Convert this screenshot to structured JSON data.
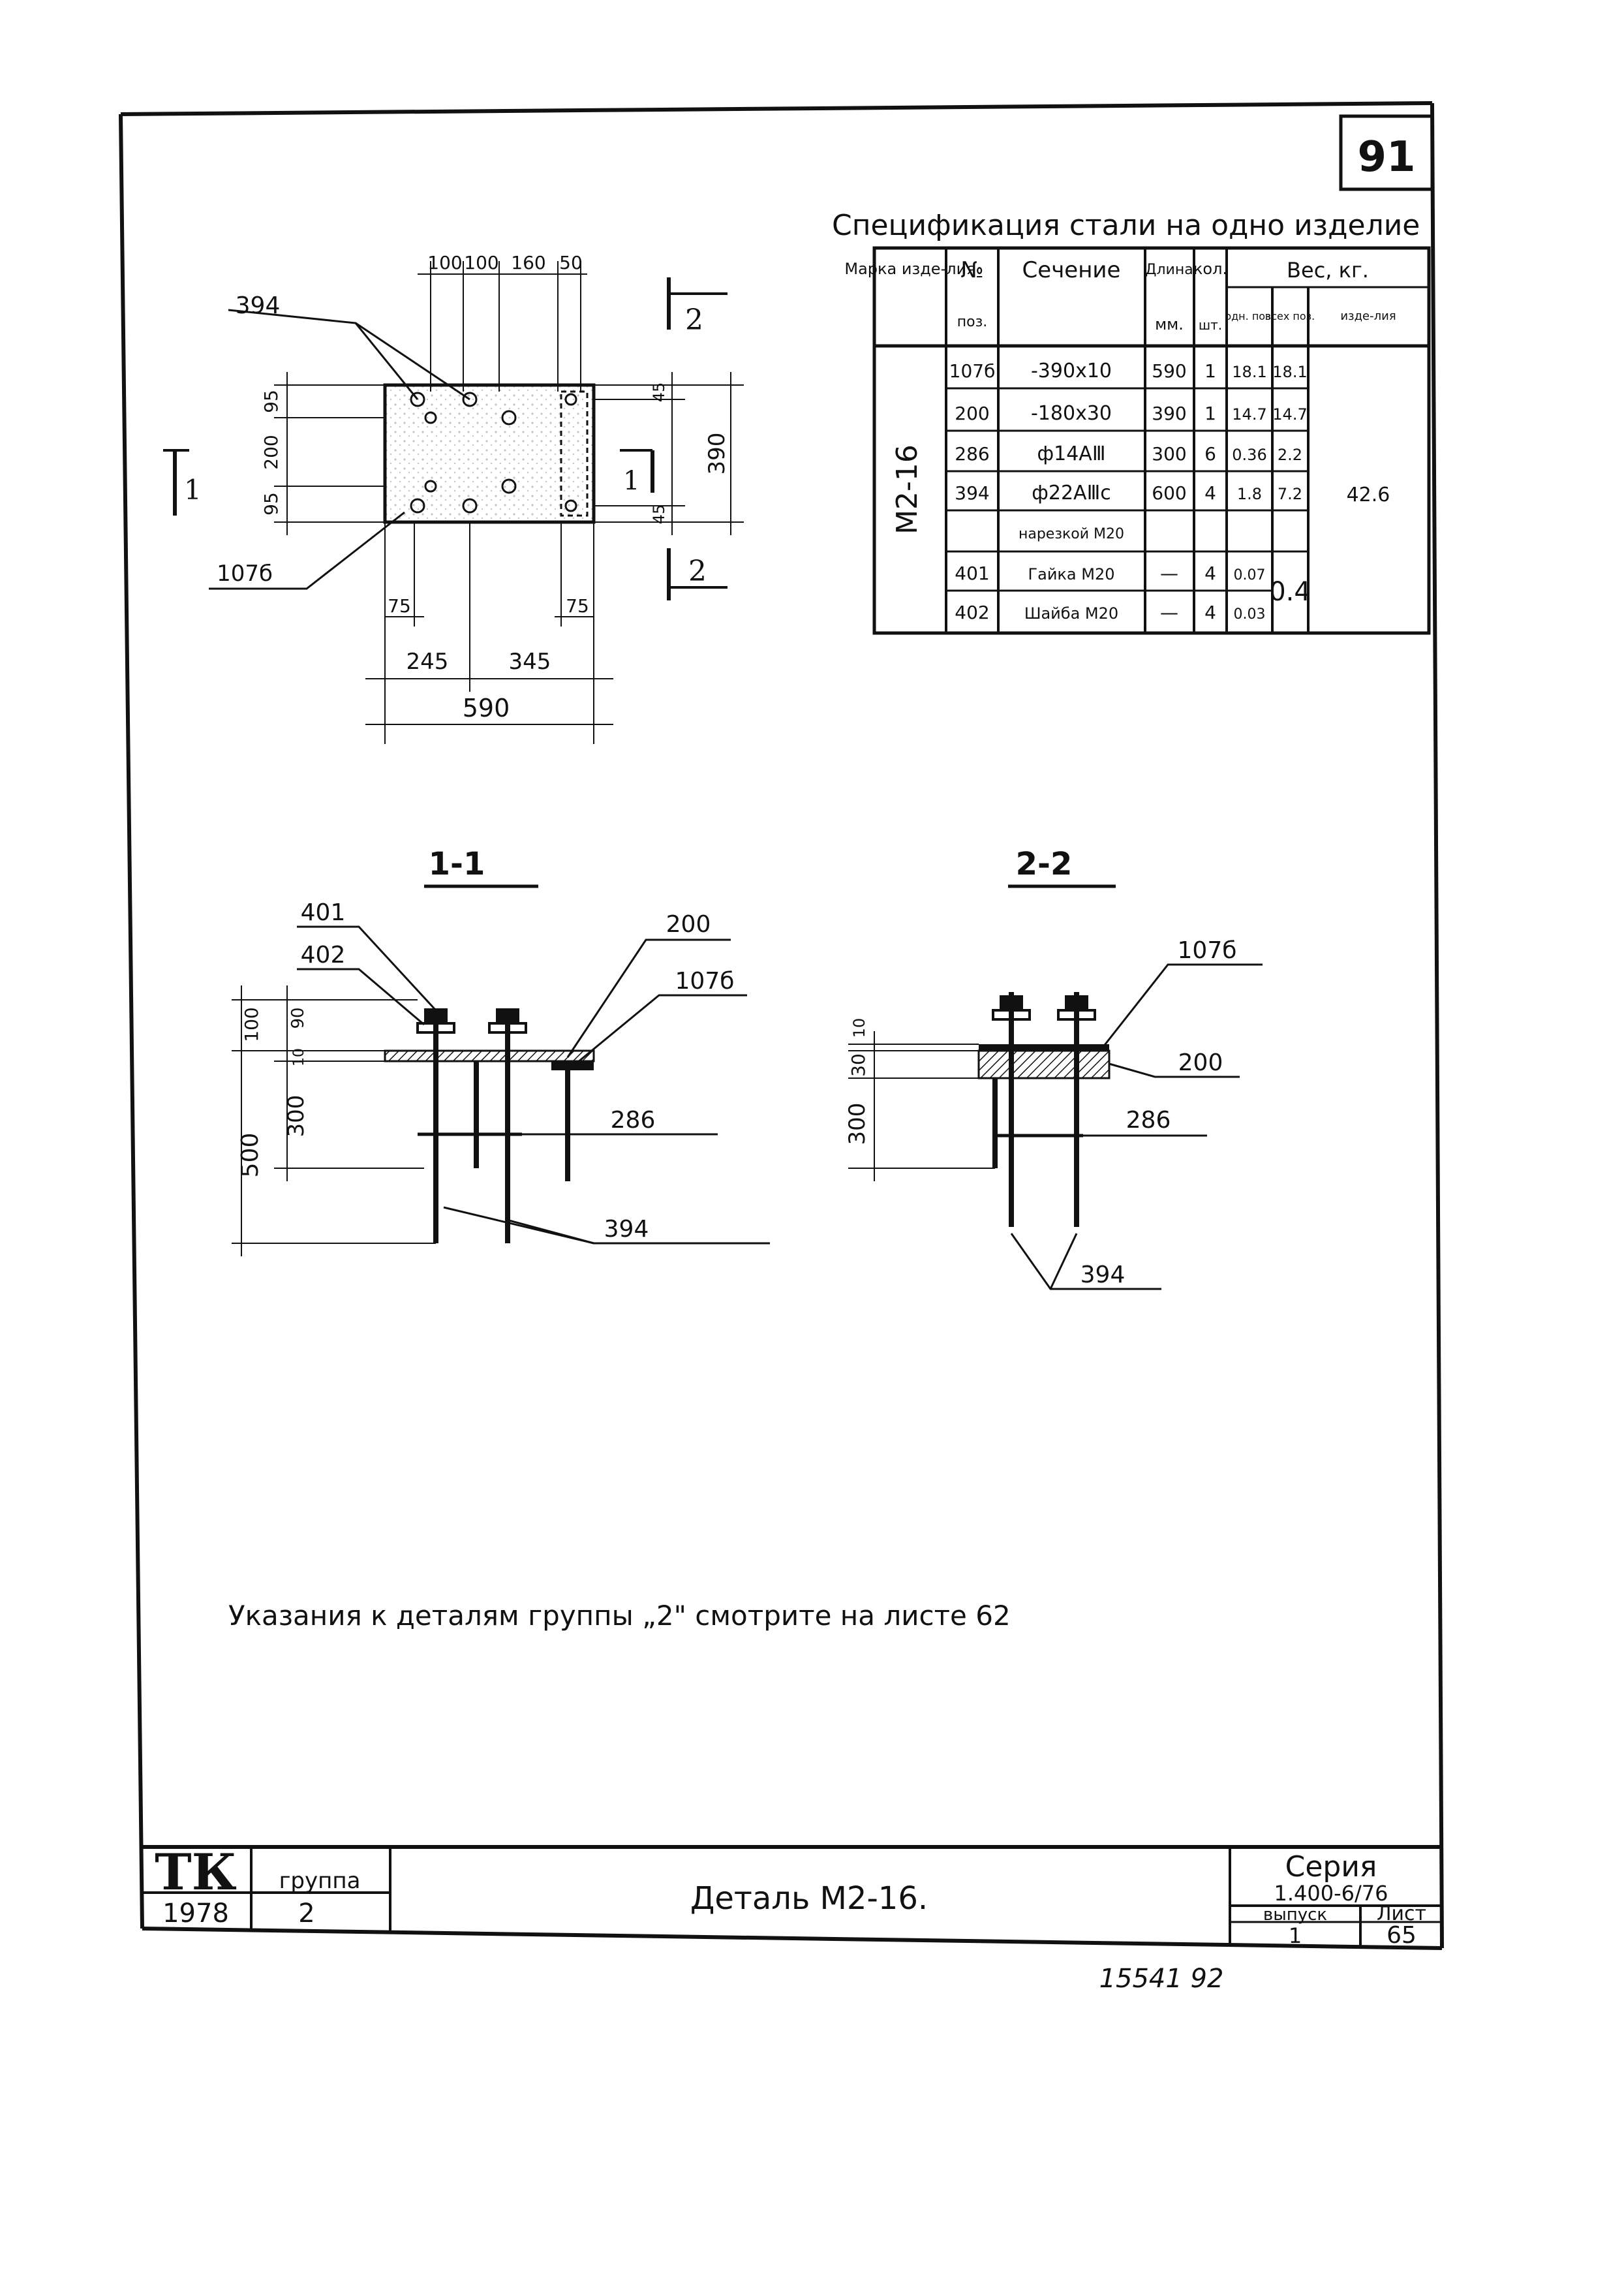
{
  "sheet_number": "91",
  "spec": {
    "title": "Спецификация стали на одно изделие",
    "headers": {
      "mark": "Марка изде-лия",
      "pos_no": "№",
      "pos_label": "поз.",
      "section": "Сечение",
      "length": "Длина",
      "length_unit": "мм.",
      "qty": "кол.",
      "qty_unit": "шт.",
      "weight": "Вес, кг.",
      "w_one": "одн. поз.",
      "w_all": "всех поз.",
      "w_item": "изде-лия"
    },
    "mark": "М2-16",
    "rows": [
      {
        "pos": "107б",
        "section": "-390x10",
        "length": "590",
        "qty": "1",
        "w_one": "18.1",
        "w_all": "18.1"
      },
      {
        "pos": "200",
        "section": "-180x30",
        "length": "390",
        "qty": "1",
        "w_one": "14.7",
        "w_all": "14.7"
      },
      {
        "pos": "286",
        "section": "ф14АⅢ",
        "length": "300",
        "qty": "6",
        "w_one": "0.36",
        "w_all": "2.2"
      },
      {
        "pos": "394",
        "section": "ф22АⅢс",
        "length": "600",
        "qty": "4",
        "w_one": "1.8",
        "w_all": "7.2"
      },
      {
        "pos": "",
        "section": "нарезкой М20",
        "length": "",
        "qty": "",
        "w_one": "",
        "w_all": ""
      },
      {
        "pos": "401",
        "section": "Гайка М20",
        "length": "—",
        "qty": "4",
        "w_one": "0.07",
        "w_all": ""
      },
      {
        "pos": "402",
        "section": "Шайба М20",
        "length": "—",
        "qty": "4",
        "w_one": "0.03",
        "w_all": ""
      }
    ],
    "merged_all_401_402": "0.4",
    "item_weight": "42.6"
  },
  "plan": {
    "top_dims": [
      "100",
      "100",
      "160",
      "50"
    ],
    "left_dims": [
      "95",
      "200",
      "95"
    ],
    "right_dims_small": [
      "45",
      "45"
    ],
    "right_dim": "390",
    "bottom_small": [
      "75",
      "75"
    ],
    "bottom_mid": [
      "245",
      "345"
    ],
    "bottom_total": "590",
    "callout_394": "394",
    "callout_107": "107б",
    "section_mark_1": "1",
    "section_mark_2": "2"
  },
  "section11": {
    "title": "1-1",
    "labels": {
      "p401": "401",
      "p402": "402",
      "p200": "200",
      "p107": "107б",
      "p286": "286",
      "p394": "394"
    },
    "dims": {
      "d100": "100",
      "d90": "90",
      "d10": "10",
      "d300": "300",
      "d500": "500"
    }
  },
  "section22": {
    "title": "2-2",
    "labels": {
      "p107": "107б",
      "p200": "200",
      "p286": "286",
      "p394": "394"
    },
    "dims": {
      "d10": "10",
      "d30": "30",
      "d300": "300"
    }
  },
  "note": "Указания к деталям группы „2\" смотрите на листе 62",
  "title_block": {
    "org": "ТК",
    "group_label": "группа",
    "year": "1978",
    "group": "2",
    "title": "Деталь М2-16.",
    "series_label": "Серия",
    "series": "1.400-6/76",
    "issue_label": "выпуск",
    "issue": "1",
    "sheet_label": "Лист",
    "sheet": "65"
  },
  "footer": "15541 92"
}
